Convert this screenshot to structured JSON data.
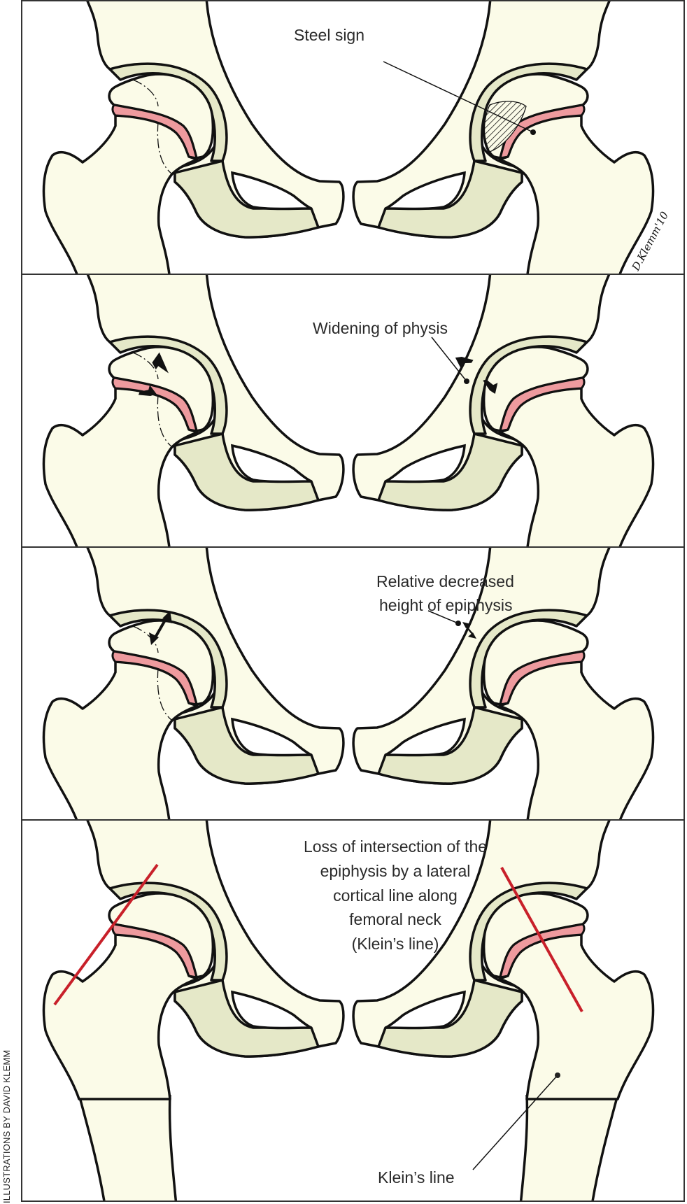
{
  "colors": {
    "bone": "#fbfbe8",
    "cartilage": "#e5e8c8",
    "physis": "#ee9a9e",
    "klein_line": "#c8202a",
    "outline": "#111111"
  },
  "credit": "ILLUSTRATIONS BY DAVID KLEMM",
  "signature": "D.Klemm'10",
  "panels": [
    {
      "label_lines": [
        "Steel sign"
      ]
    },
    {
      "label_lines": [
        "Widening of physis"
      ]
    },
    {
      "label_lines": [
        "Relative decreased",
        "height of epiphysis"
      ]
    },
    {
      "label_lines": [
        "Loss of intersection of the",
        "epiphysis by a lateral",
        "cortical line along",
        "femoral neck",
        "(Klein’s line)"
      ],
      "callout": "Klein’s line"
    }
  ]
}
